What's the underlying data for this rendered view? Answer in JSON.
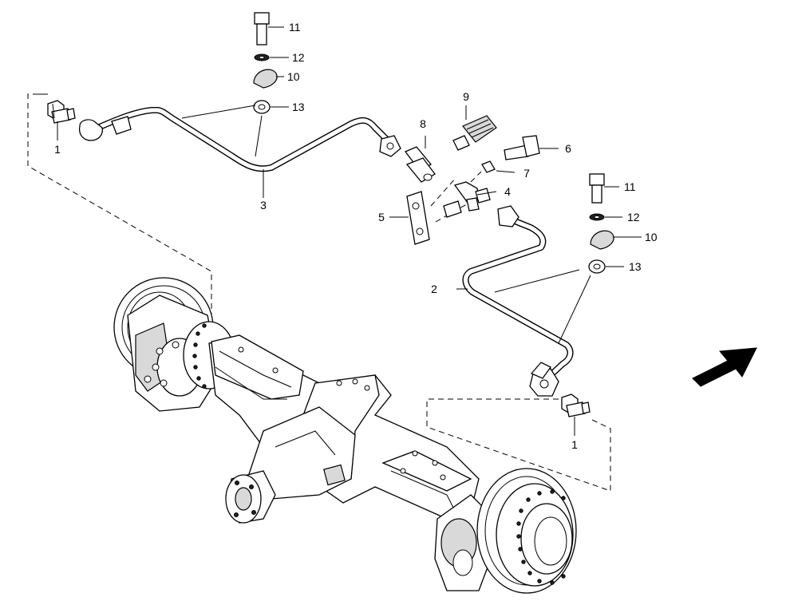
{
  "callouts": {
    "c1_left": "1",
    "c1_right": "1",
    "c2": "2",
    "c3": "3",
    "c4": "4",
    "c5": "5",
    "c6": "6",
    "c7": "7",
    "c8": "8",
    "c9": "9",
    "c10_top": "10",
    "c10_right": "10",
    "c11_top": "11",
    "c11_right": "11",
    "c12_top": "12",
    "c12_right": "12",
    "c13_top": "13",
    "c13_right": "13"
  },
  "icons": {
    "direction": "front-direction-arrow-icon"
  }
}
